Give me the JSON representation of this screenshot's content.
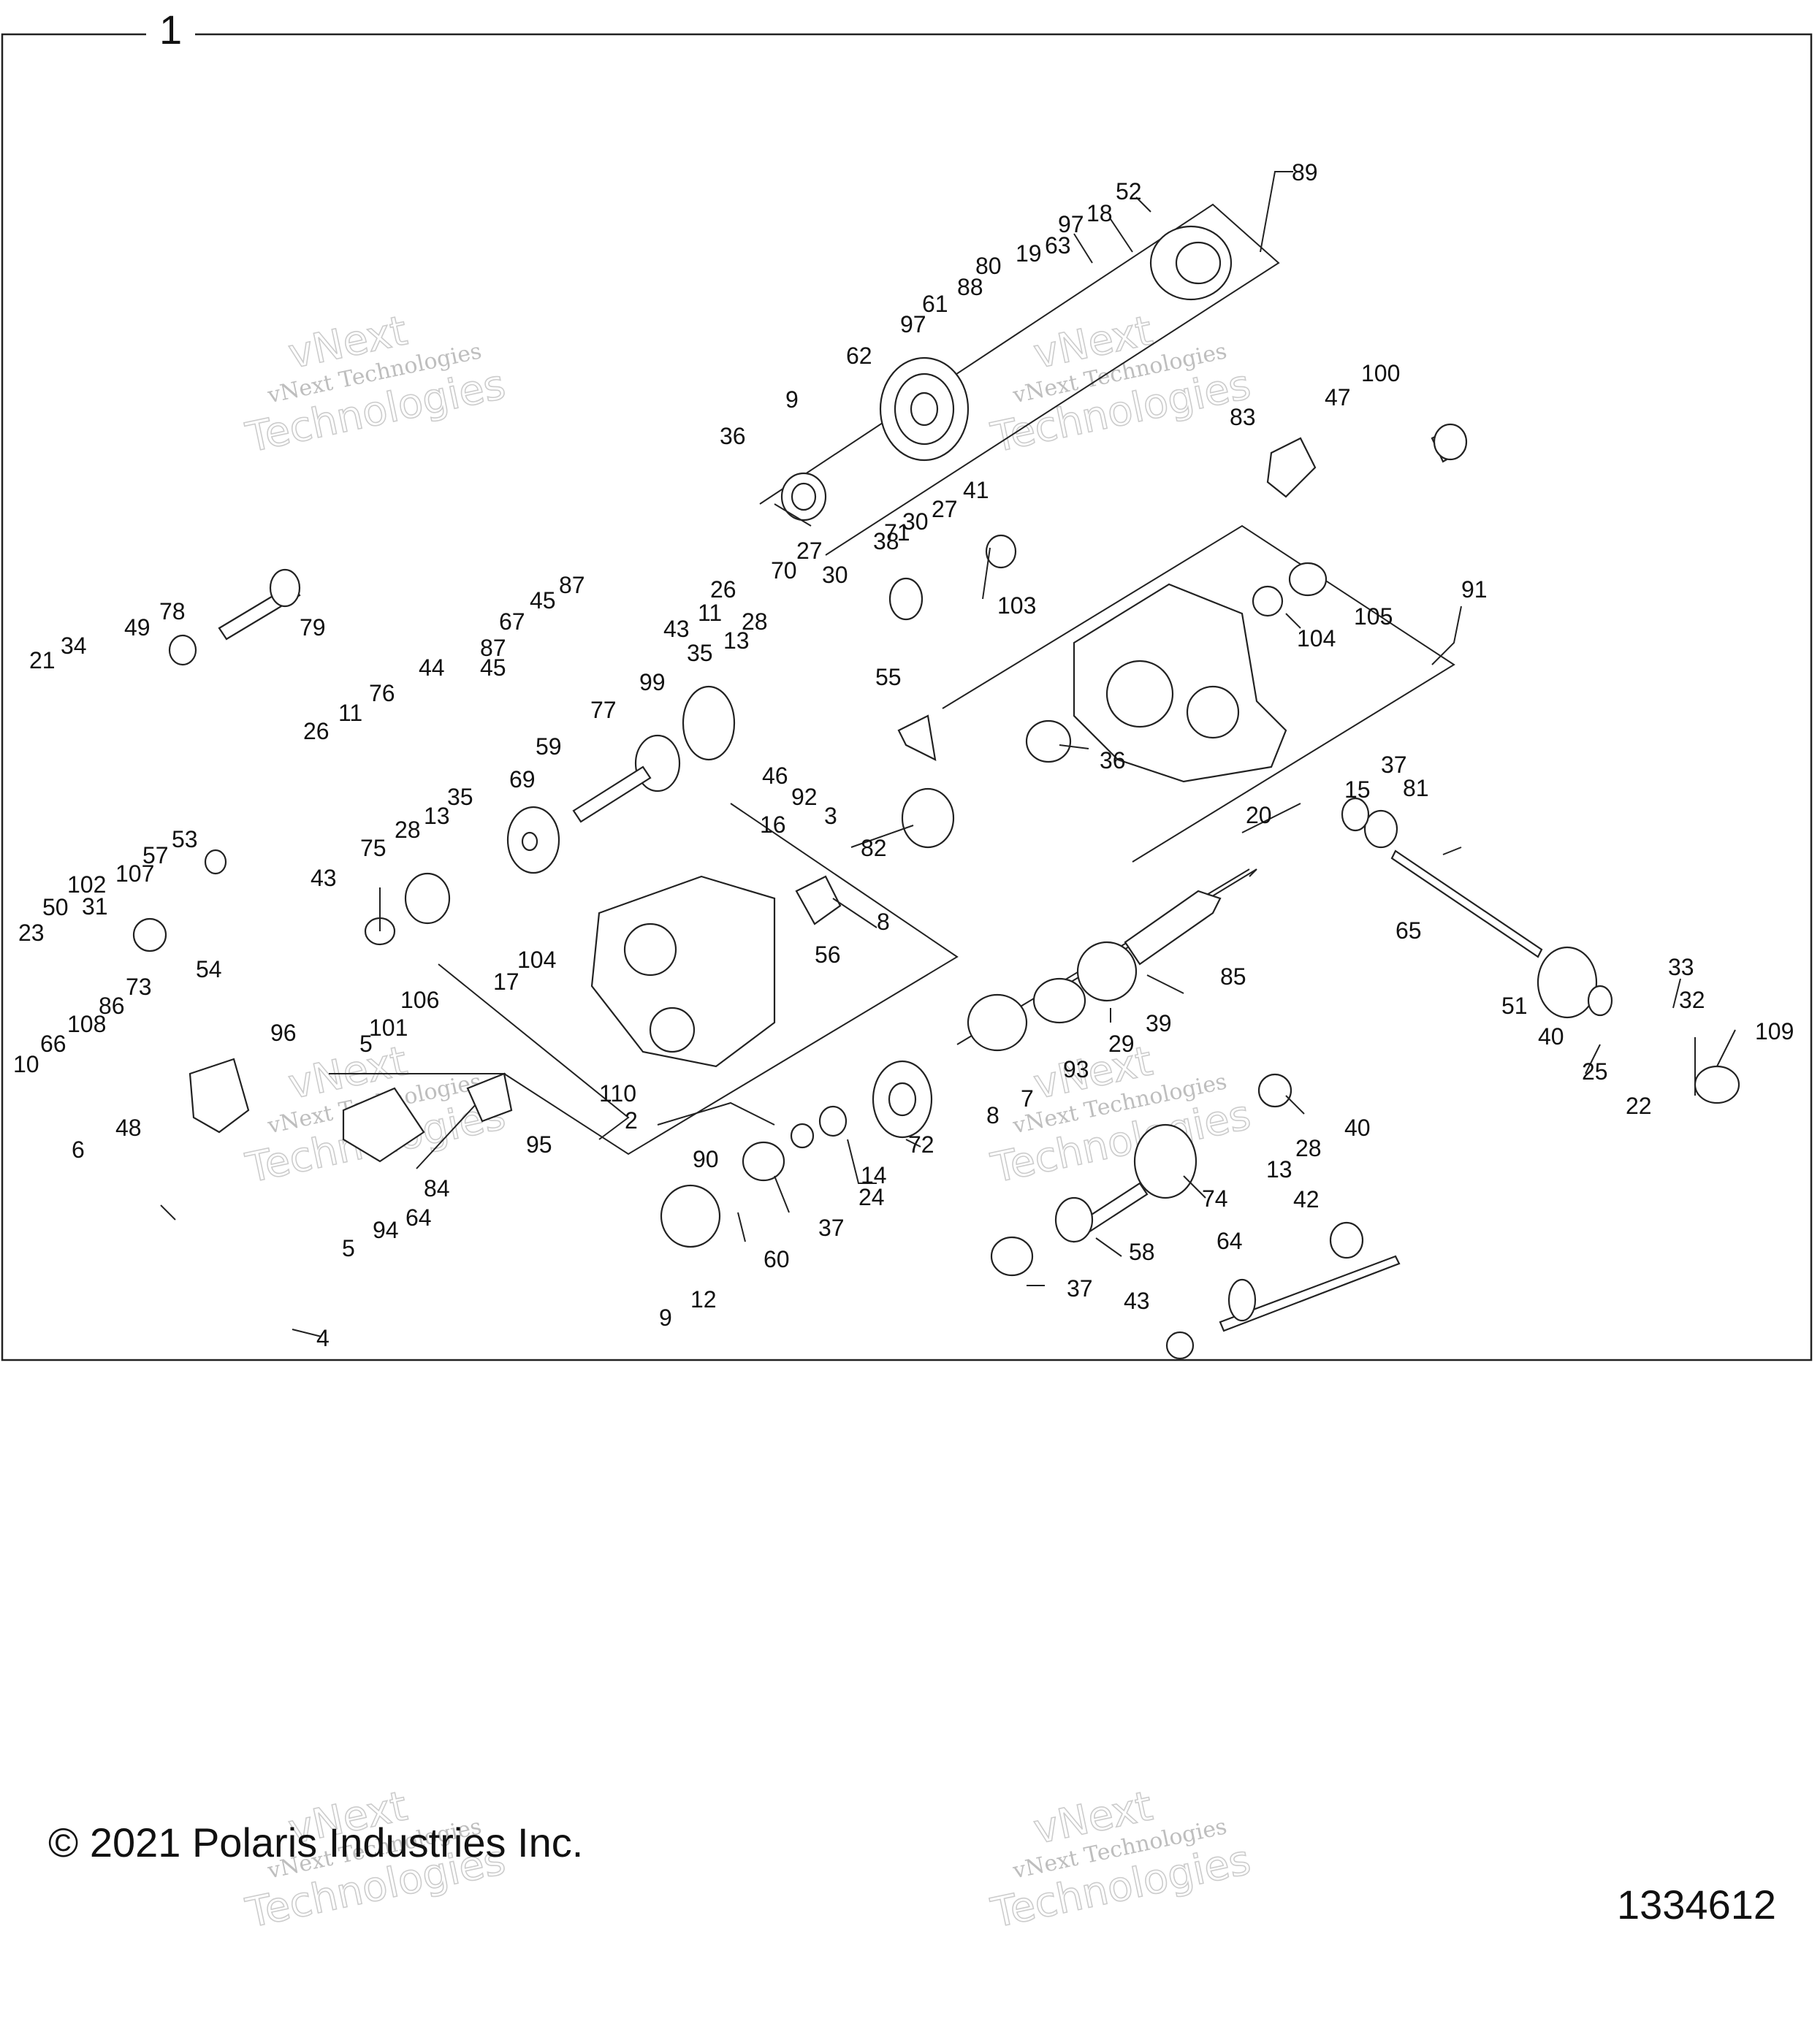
{
  "frame_number": "1",
  "copyright": "© 2021 Polaris Industries Inc.",
  "diagram_number": "1334612",
  "watermark": {
    "line1": "vNext Technologies",
    "line2": "Technologies",
    "mark": "vNext"
  },
  "callouts": [
    "89",
    "52",
    "18",
    "97",
    "63",
    "19",
    "80",
    "88",
    "61",
    "97",
    "62",
    "9",
    "36",
    "83",
    "47",
    "100",
    "26",
    "11",
    "87",
    "45",
    "67",
    "43",
    "71",
    "38",
    "30",
    "27",
    "41",
    "70",
    "30",
    "27",
    "28",
    "35",
    "13",
    "99",
    "87",
    "45",
    "44",
    "76",
    "26",
    "11",
    "77",
    "59",
    "46",
    "92",
    "3",
    "55",
    "82",
    "103",
    "104",
    "105",
    "91",
    "36",
    "69",
    "35",
    "13",
    "28",
    "75",
    "43",
    "16",
    "8",
    "56",
    "20",
    "15",
    "37",
    "81",
    "65",
    "53",
    "57",
    "107",
    "102",
    "50",
    "31",
    "23",
    "54",
    "73",
    "86",
    "108",
    "66",
    "10",
    "48",
    "96",
    "6",
    "106",
    "101",
    "5",
    "104",
    "17",
    "110",
    "2",
    "90",
    "85",
    "39",
    "29",
    "93",
    "7",
    "8",
    "72",
    "14",
    "24",
    "37",
    "40",
    "28",
    "13",
    "74",
    "58",
    "37",
    "42",
    "64",
    "43",
    "60",
    "12",
    "9",
    "95",
    "84",
    "64",
    "94",
    "5",
    "4",
    "51",
    "40",
    "33",
    "32",
    "25",
    "22",
    "109",
    "79",
    "78",
    "49",
    "34",
    "21"
  ]
}
